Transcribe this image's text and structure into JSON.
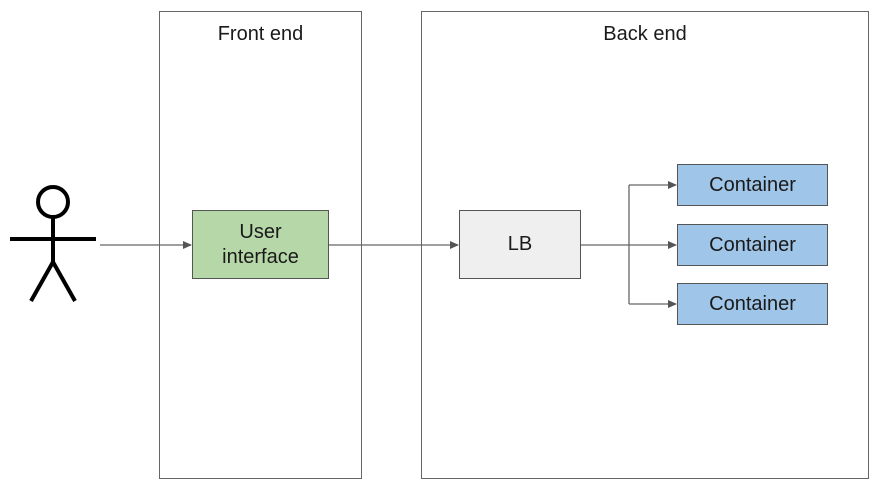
{
  "regions": {
    "front_end": {
      "title": "Front end"
    },
    "back_end": {
      "title": "Back end"
    }
  },
  "nodes": {
    "user_interface": {
      "label": "User\ninterface",
      "fill": "#b6d7a8"
    },
    "load_balancer": {
      "label": "LB",
      "fill": "#efefef"
    },
    "containers": [
      {
        "label": "Container",
        "fill": "#9fc5e8"
      },
      {
        "label": "Container",
        "fill": "#9fc5e8"
      },
      {
        "label": "Container",
        "fill": "#9fc5e8"
      }
    ]
  },
  "icons": {
    "user": "stick-figure-icon"
  },
  "colors": {
    "line": "#666666",
    "border": "#555555"
  }
}
